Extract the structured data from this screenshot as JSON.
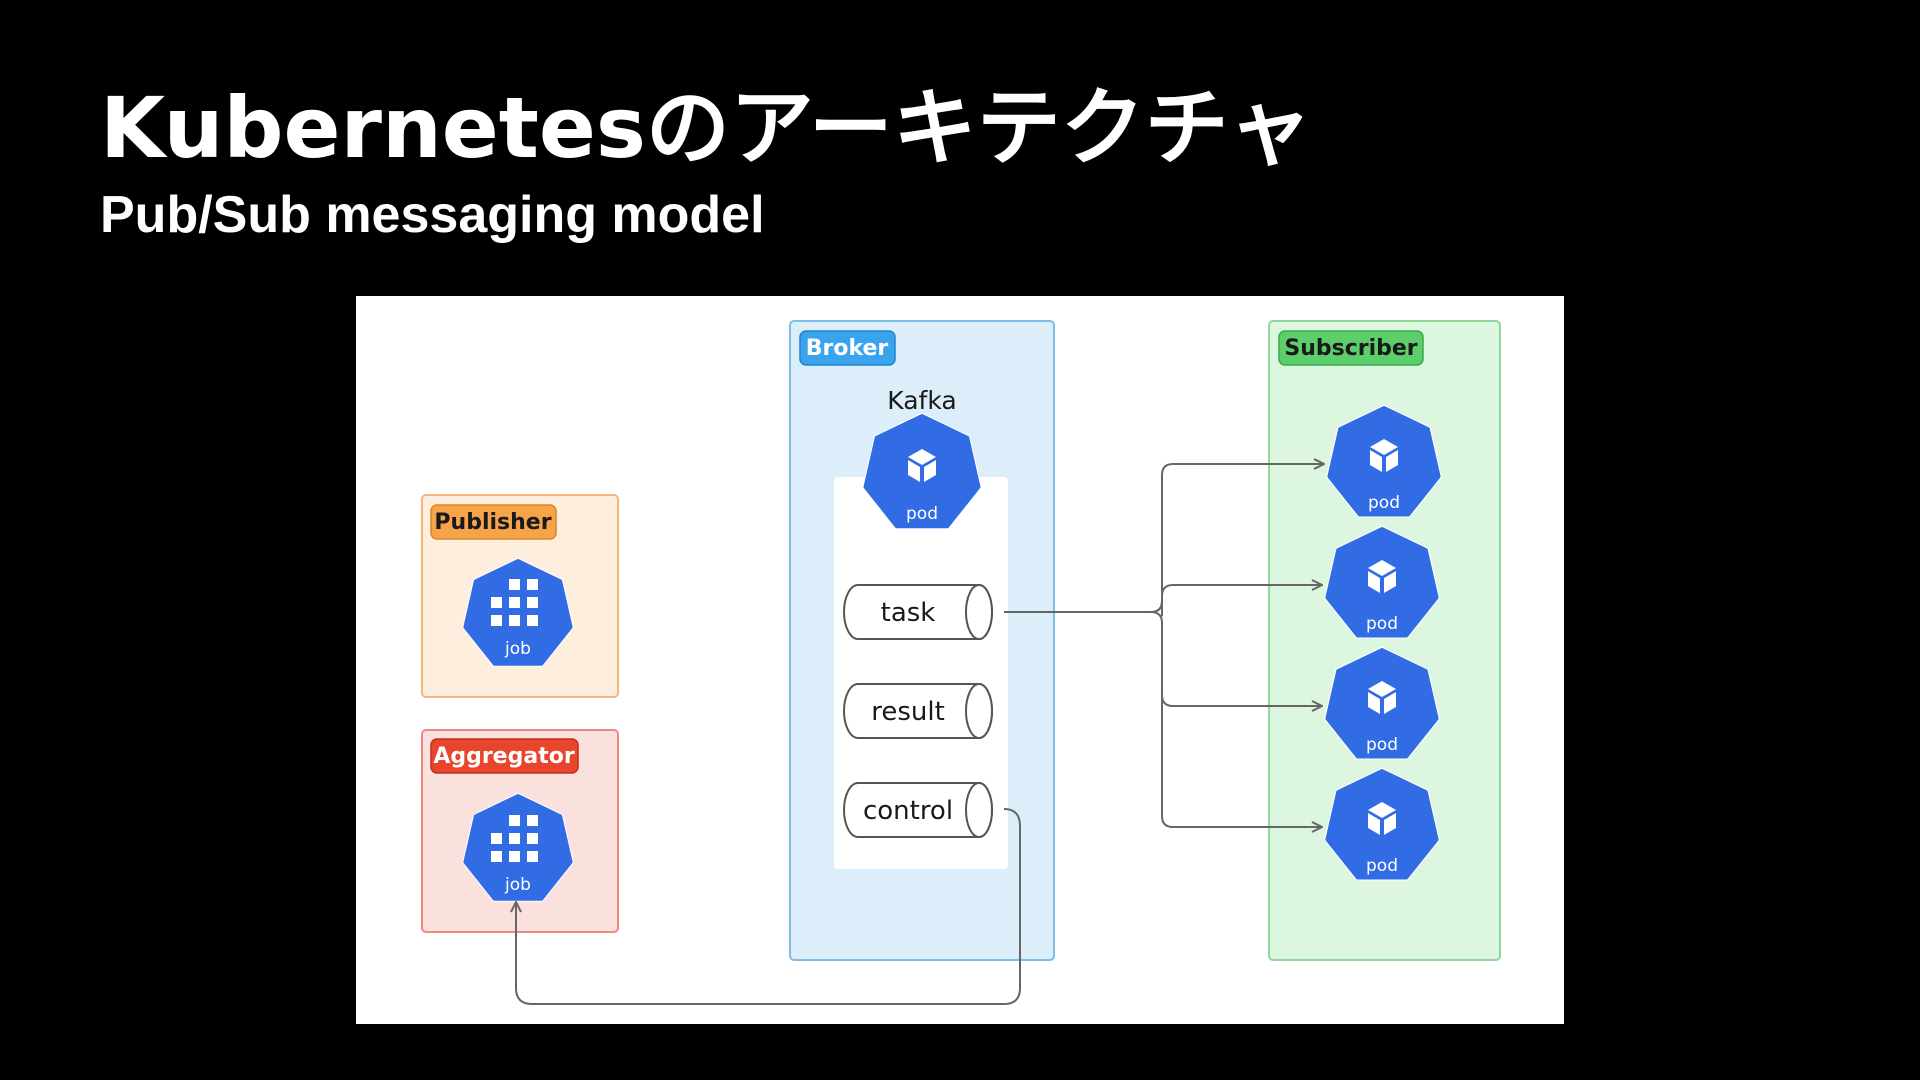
{
  "slide": {
    "title": "Kubernetesのアーキテクチャ",
    "subtitle": "Pub/Sub messaging model"
  },
  "diagram": {
    "publisher": {
      "label": "Publisher",
      "node_label": "job"
    },
    "aggregator": {
      "label": "Aggregator",
      "node_label": "job"
    },
    "broker": {
      "label": "Broker",
      "name": "Kafka",
      "node_label": "pod",
      "topics": [
        "task",
        "result",
        "control"
      ]
    },
    "subscriber": {
      "label": "Subscriber",
      "pods": [
        "pod",
        "pod",
        "pod",
        "pod"
      ]
    }
  },
  "colors": {
    "k8s_blue": "#326ce5",
    "publisher_fill": "#fdeedd",
    "publisher_border": "#f4b37a",
    "publisher_badge": "#f6a34a",
    "aggregator_fill": "#fbe1de",
    "aggregator_border": "#ec8a80",
    "aggregator_badge": "#e8452d",
    "broker_fill": "#dbeefa",
    "broker_border": "#7fbde7",
    "broker_badge": "#3aa3ee",
    "subscriber_fill": "#ddf6e0",
    "subscriber_border": "#8fd89a",
    "subscriber_badge": "#5ccf6c",
    "arrow": "#666666"
  }
}
